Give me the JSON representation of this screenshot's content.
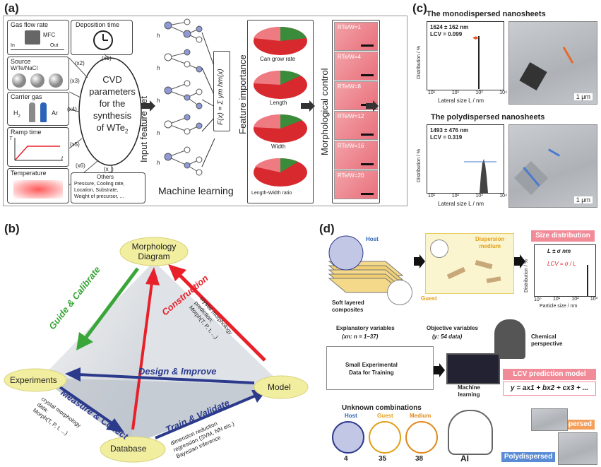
{
  "panels": {
    "a": "(a)",
    "b": "(b)",
    "c": "(c)",
    "d": "(d)"
  },
  "a": {
    "gas_flow_rate": "Gas flow rate",
    "mfc": "MFC",
    "in": "In",
    "out": "Out",
    "deposition_time": "Deposition time",
    "source": "Source",
    "source_sub": "W/Te/NaCl",
    "carrier_gas": "Carrier gas",
    "h2": "H",
    "h2_sub": "2",
    "ar": "Ar",
    "ramp_time": "Ramp time",
    "axis_T": "T",
    "axis_t": "t",
    "temperature": "Temperature",
    "cvd_lines": [
      "CVD",
      "parameters",
      "for the",
      "synthesis",
      "of WTe"
    ],
    "cvd_sub": "2",
    "x_labels": [
      "(x1)",
      "(x2)",
      "(x3)",
      "(x4)",
      "(x5)",
      "(x6)",
      "(x_)"
    ],
    "others_title": "Others",
    "others_lines": [
      "Pressure, Cooling rate,",
      "Location, Substrate,",
      "Weight of precursor, ..."
    ],
    "input_feature_set": "Input feature set",
    "machine_learning": "Machine learning",
    "h_labels": [
      "h",
      "h",
      "h",
      "h",
      "h"
    ],
    "formula": "F(x) = Σ γm hm(x)",
    "feature_importance": "Feature importance",
    "pie_labels": [
      "Can grow rate",
      "Length",
      "Width",
      "Length-Width ratio"
    ],
    "morph_control": "Morphological control",
    "tiles": [
      "RTe/W=1",
      "RTe/W=4",
      "RTe/W=8",
      "RTe/W=12",
      "RTe/W=16",
      "RTe/W=20"
    ]
  },
  "b": {
    "morphology": [
      "Morphology",
      "Diagram"
    ],
    "experiments": "Experiments",
    "model": "Model",
    "database": "Database",
    "guide": "Guide & Calibrate",
    "construction": "Construction",
    "design": "Design & Improve",
    "measure": "Measure & Collect",
    "train": "Train & Validate",
    "crystal_right": [
      "crystal morphology",
      "prediction:",
      "Morph(T, P, t, ...)"
    ],
    "crystal_left": [
      "crystal morphology",
      "data:",
      "Morph(T, P, t, ...)"
    ],
    "dim_lines": [
      "dimension reduction",
      "regression (SVM, NN etc.)",
      "Bayesian inference"
    ]
  },
  "c": {
    "mono_title": "The monodispersed nanosheets",
    "poly_title": "The polydispersed nanosheets",
    "mono_stat": "1624 ± 162 nm",
    "mono_lcv": "LCV = 0.099",
    "poly_stat": "1493 ± 476 nm",
    "poly_lcv": "LCV = 0.319",
    "ylabel": "Distribution / %",
    "xlabel": "Lateral size L / nm",
    "ticks": [
      "10¹",
      "10²",
      "10³",
      "10⁴"
    ],
    "scale": "1 μm"
  },
  "d": {
    "host": "Host",
    "dispersion": [
      "Dispersion",
      "medium"
    ],
    "size_dist": "Size distribution",
    "formula1": "L ± σ nm",
    "formula2": "LCV = σ / L",
    "guest": "Guest",
    "soft": [
      "Soft layered",
      "composites"
    ],
    "explanatory": "Explanatory variables",
    "explanatory_sub": "(xn: n = 1–37)",
    "objective": "Objective variables",
    "objective_sub": "(y: 54 data)",
    "chemical": [
      "Chemical",
      "perspective"
    ],
    "small_data": [
      "Small Experimental",
      "Data for Training"
    ],
    "ml": [
      "Machine",
      "learning"
    ],
    "lcv_model": "LCV prediction model",
    "model_eq": "y = ax1 + bx2 + cx3 + ...",
    "unknown": "Unknown combinations",
    "host2": "Host",
    "guest2": "Guest",
    "medium": "Medium",
    "counts": [
      "4",
      "35",
      "38"
    ],
    "ai": "AI",
    "mono": "Monodispersed",
    "poly": "Polydispersed",
    "hist_x": "Particle size / nm",
    "hist_y": "Distribution / %",
    "ticks": [
      "10⁰",
      "10¹",
      "10²",
      "10³"
    ]
  },
  "colors": {
    "red": "#e8202a",
    "green": "#3aa63a",
    "blue": "#2c3a8c",
    "orange": "#f08a1e",
    "pink": "#f28b98"
  }
}
